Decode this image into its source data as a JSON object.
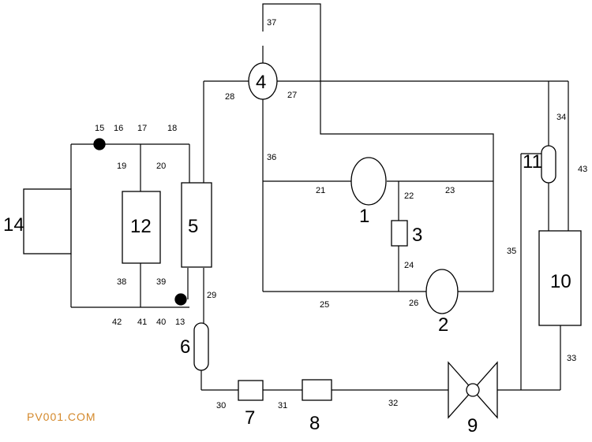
{
  "watermark": "PV001.COM",
  "components": {
    "c1": "1",
    "c2": "2",
    "c3": "3",
    "c4": "4",
    "c5": "5",
    "c6": "6",
    "c7": "7",
    "c8": "8",
    "c9": "9",
    "c10": "10",
    "c11": "11",
    "c12": "12",
    "c13": "13",
    "c14": "14"
  },
  "valves": {
    "v15": "15",
    "v16": "16",
    "v17": "17",
    "v18": "18",
    "v19": "19",
    "v20": "20",
    "v21": "21",
    "v22": "22",
    "v23": "23",
    "v24": "24",
    "v25": "25",
    "v26": "26",
    "v27": "27",
    "v28": "28",
    "v29": "29",
    "v30": "30",
    "v31": "31",
    "v32": "32",
    "v33": "33",
    "v34": "34",
    "v35": "35",
    "v36": "36",
    "v37": "37",
    "v38": "38",
    "v39": "39",
    "v40": "40",
    "v41": "41",
    "v42": "42",
    "v43": "43"
  },
  "colors": {
    "line": "#000000",
    "watermark": "#d4882a",
    "background": "#ffffff"
  }
}
